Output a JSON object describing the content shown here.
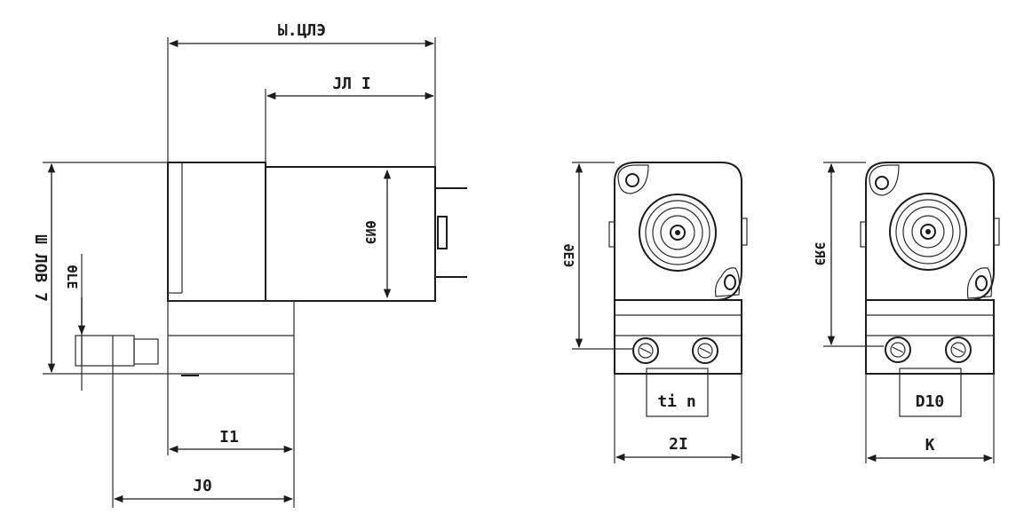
{
  "dimensions": {
    "side_overall_width": "Ы.ЦЛЭ",
    "side_motor_width": "ЈЛ I",
    "side_motor_height": "ѲИЭ",
    "side_total_height": "Ш ЛОВ 7",
    "side_shaft_offset": "ѲLE",
    "side_body_width": "I1",
    "side_shaft_length": "Ј0",
    "front_view_height": "ӘЕЭ",
    "front_view_terminal_spacing": "ti n",
    "front_view_width": "2I",
    "rear_view_height": "ЭЯЭ",
    "rear_view_terminal_spacing": "D10",
    "rear_view_width": "K"
  }
}
